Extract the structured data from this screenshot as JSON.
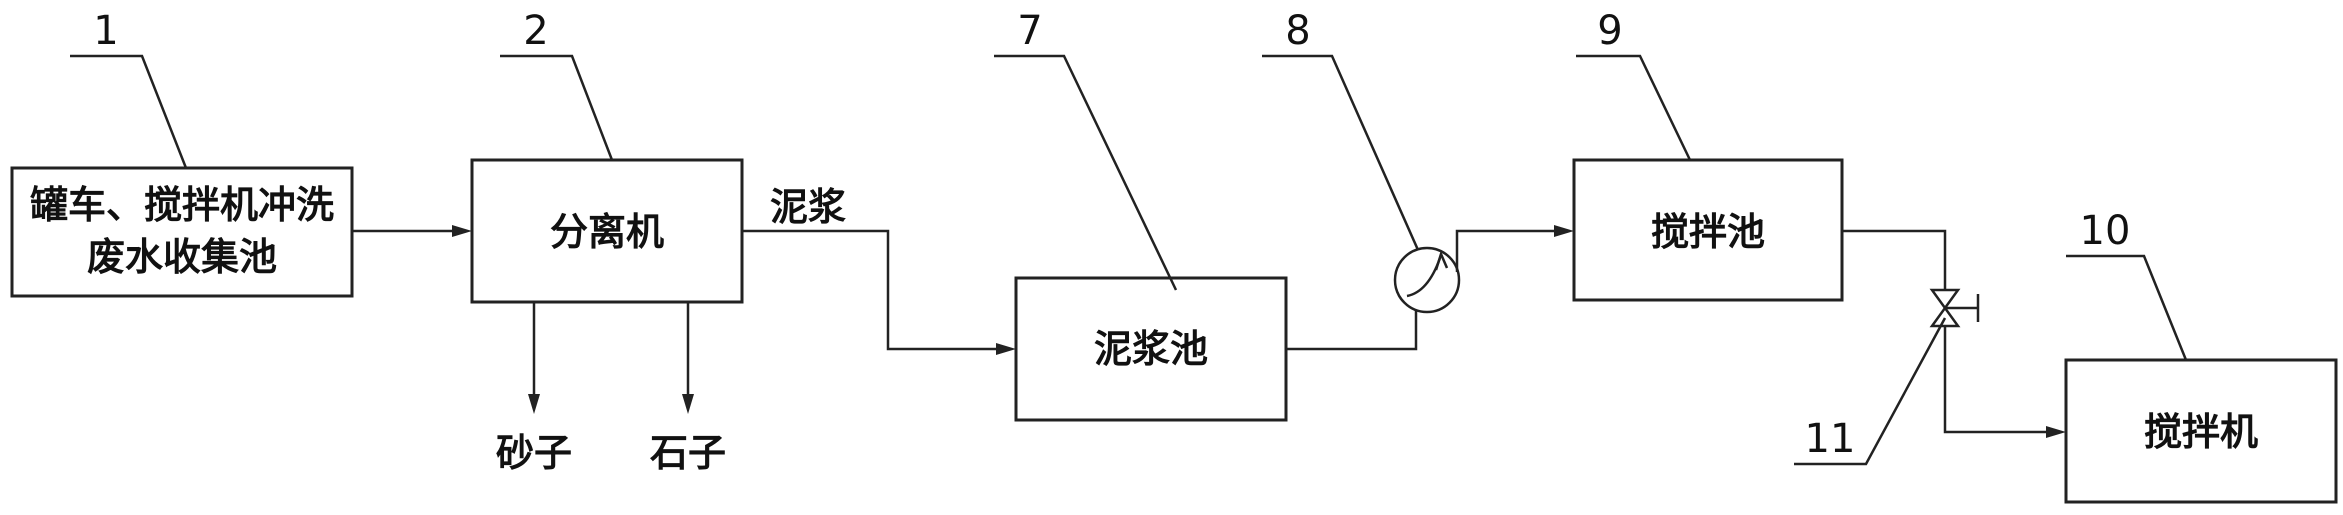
{
  "labels": {
    "collection_pool_line1": "罐车、搅拌机冲洗",
    "collection_pool_line2": "废水收集池",
    "separator": "分离机",
    "slurry_label": "泥浆",
    "slurry_pool": "泥浆池",
    "mixing_pool": "搅拌池",
    "mixer": "搅拌机",
    "sand": "砂子",
    "stone": "石子"
  },
  "numbers": {
    "n1": "1",
    "n2": "2",
    "n7": "7",
    "n8": "8",
    "n9": "9",
    "n10": "10",
    "n11": "11"
  },
  "colors": {
    "stroke": "#222222",
    "text": "#111111",
    "background": "#ffffff"
  }
}
